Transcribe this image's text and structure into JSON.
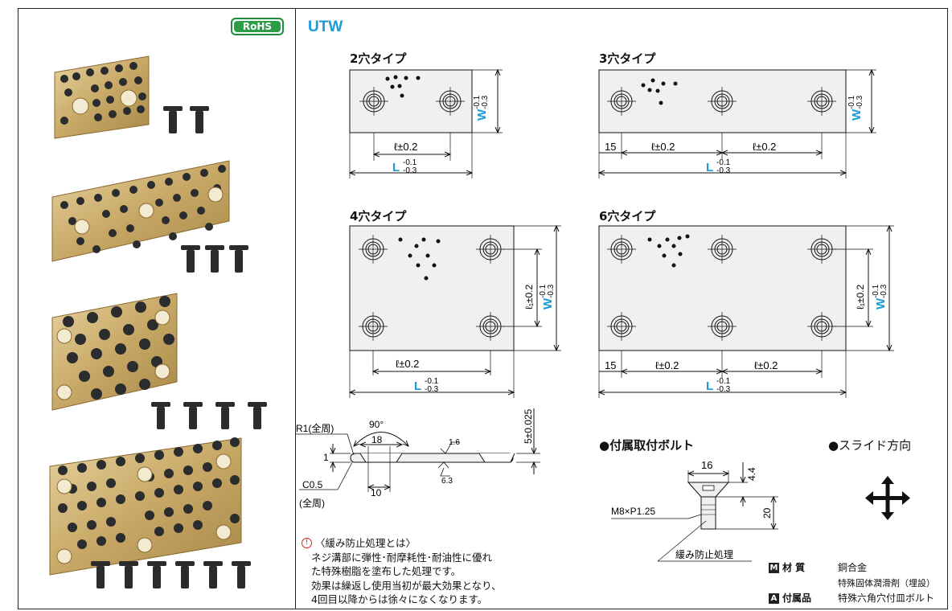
{
  "badge": {
    "rohs": "RoHS"
  },
  "product": {
    "code": "UTW"
  },
  "types": {
    "two": "2穴タイプ",
    "three": "3穴タイプ",
    "four": "4穴タイプ",
    "six": "6穴タイプ"
  },
  "dims": {
    "w_label": "W",
    "w_tol": [
      "-0.1",
      "-0.3"
    ],
    "l_label": "L",
    "l_tol": [
      "-0.1",
      "-0.3"
    ],
    "ell": "ℓ±0.2",
    "ell1": "ℓ₁±0.2",
    "fifteen": "15"
  },
  "section": {
    "r1": "R1(全周)",
    "angle": "90°",
    "d18": "18",
    "t1": "1",
    "rough1": "1.6",
    "rough2": "6.3",
    "thick": "5±0.025",
    "d10": "10",
    "c05": "C0.5",
    "c05b": "(全周)"
  },
  "bolt": {
    "title": "●付属取付ボルト",
    "d16": "16",
    "d44": "4.4",
    "d20": "20",
    "thread": "M8×P1.25",
    "treatment": "緩み防止処理"
  },
  "slide": {
    "title": "●スライド方向"
  },
  "note": {
    "head": "〈緩み防止処理とは〉",
    "lines": [
      "ネジ溝部に弾性･耐摩耗性･耐油性に優れ",
      "た特殊樹脂を塗布した処理です。",
      "効果は繰返し使用当初が最大効果となり、",
      "4回目以降からは徐々になくなります。"
    ]
  },
  "specs": {
    "material_key": "材 質",
    "material_tag": "M",
    "material_val": "銅合金",
    "material_sub": "特殊固体潤滑剤（埋設）",
    "acc_key": "付属品",
    "acc_tag": "A",
    "acc_val": "特殊六角穴付皿ボルト"
  },
  "colors": {
    "accent": "#1a9ad8",
    "rohs": "#2a9d46",
    "bronze": "#c8a866",
    "plate": "#eef0f2"
  }
}
